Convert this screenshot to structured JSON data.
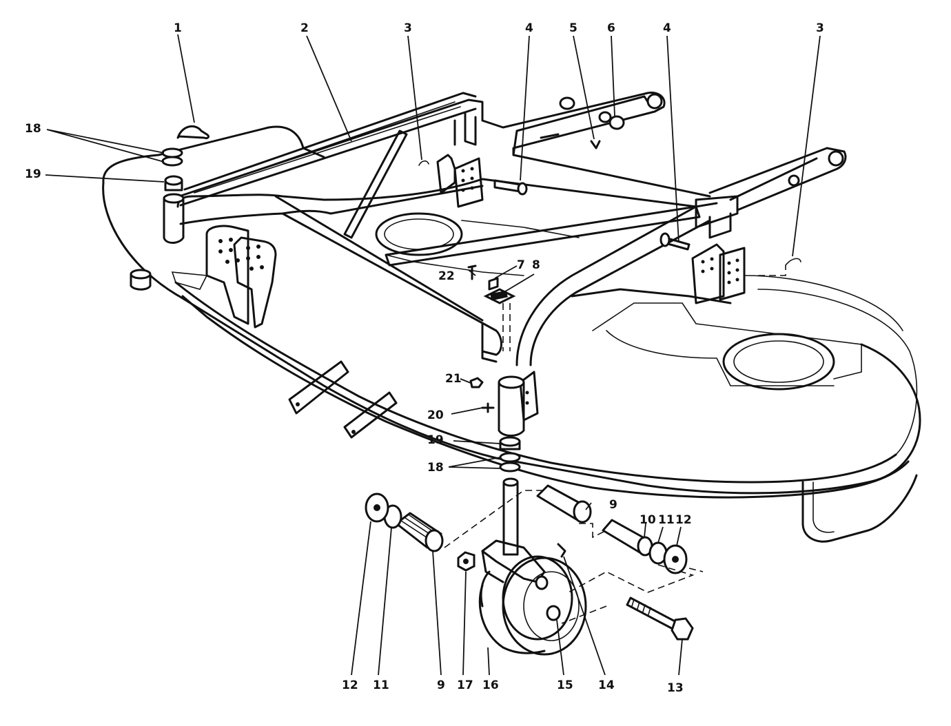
{
  "callouts": {
    "c1": "1",
    "c2": "2",
    "c3a": "3",
    "c4a": "4",
    "c5": "5",
    "c6": "6",
    "c4b": "4",
    "c3b": "3",
    "c18a": "18",
    "c19a": "19",
    "c22": "22",
    "c7": "7",
    "c8": "8",
    "c21": "21",
    "c20": "20",
    "c19b": "19",
    "c18b": "18",
    "c9a": "9",
    "c10": "10",
    "c11a": "11",
    "c12a": "12",
    "c12b": "12",
    "c11b": "11",
    "c9b": "9",
    "c17": "17",
    "c16": "16",
    "c15": "15",
    "c14": "14",
    "c13": "13"
  }
}
